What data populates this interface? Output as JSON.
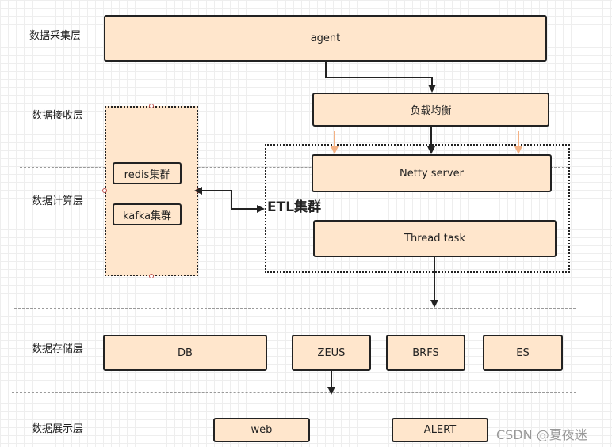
{
  "layers": {
    "collect": "数据采集层",
    "receive": "数据接收层",
    "compute": "数据计算层",
    "storage": "数据存储层",
    "display": "数据展示层"
  },
  "nodes": {
    "agent": "agent",
    "load_balancer": "负载均衡",
    "netty_server": "Netty server",
    "thread_task": "Thread task",
    "redis": "redis集群",
    "kafka": "kafka集群",
    "db": "DB",
    "zeus": "ZEUS",
    "brfs": "BRFS",
    "es": "ES",
    "web": "web",
    "alert": "ALERT"
  },
  "etl_label": "ETL集群",
  "watermark": "CSDN @夏夜迷",
  "colors": {
    "node_fill": "#ffe6cc",
    "node_border": "#222222",
    "accent_arrow": "#f4b183"
  }
}
